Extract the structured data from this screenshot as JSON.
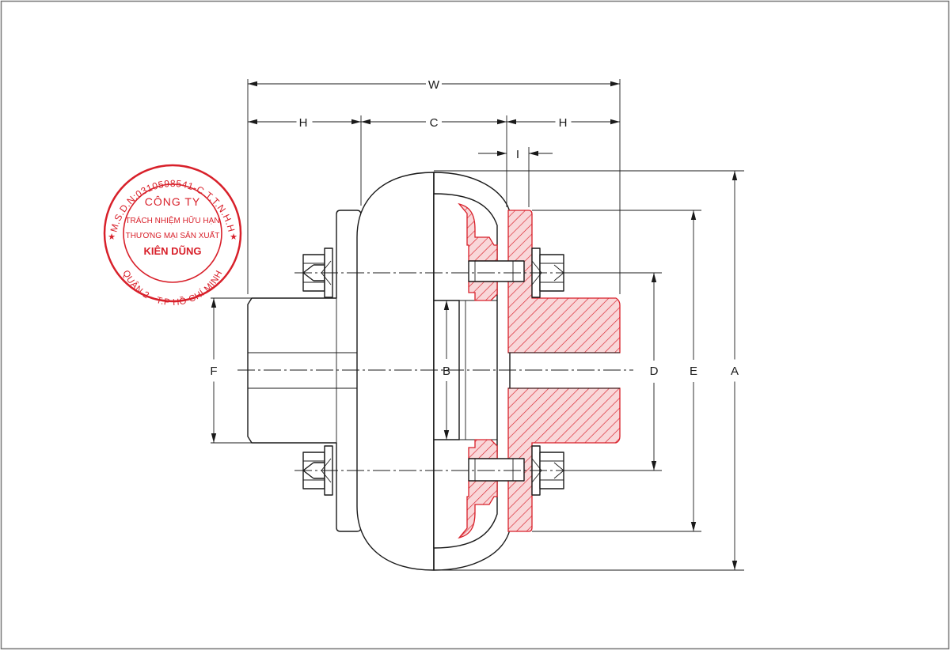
{
  "colors": {
    "line": "#1a1a1a",
    "accent": "#d8202a",
    "hatch_fill": "#f9d7d9",
    "frame": "#777777"
  },
  "dimensions": {
    "W": "W",
    "H_left": "H",
    "C": "C",
    "H_right": "H",
    "I": "I",
    "F": "F",
    "B": "B",
    "D": "D",
    "E": "E",
    "A": "A"
  },
  "stamp": {
    "ring_text": "M.S.D.N:0310598541-C.T.T.N.H.H",
    "bottom_text": "QUẬN 2 - T.P HỒ CHÍ MINH",
    "line1": "CÔNG TY",
    "line2": "TRÁCH NHIỆM HỮU HẠN",
    "line3": "THƯƠNG MẠI SẢN XUẤT",
    "line4": "KIÊN DŨNG"
  }
}
